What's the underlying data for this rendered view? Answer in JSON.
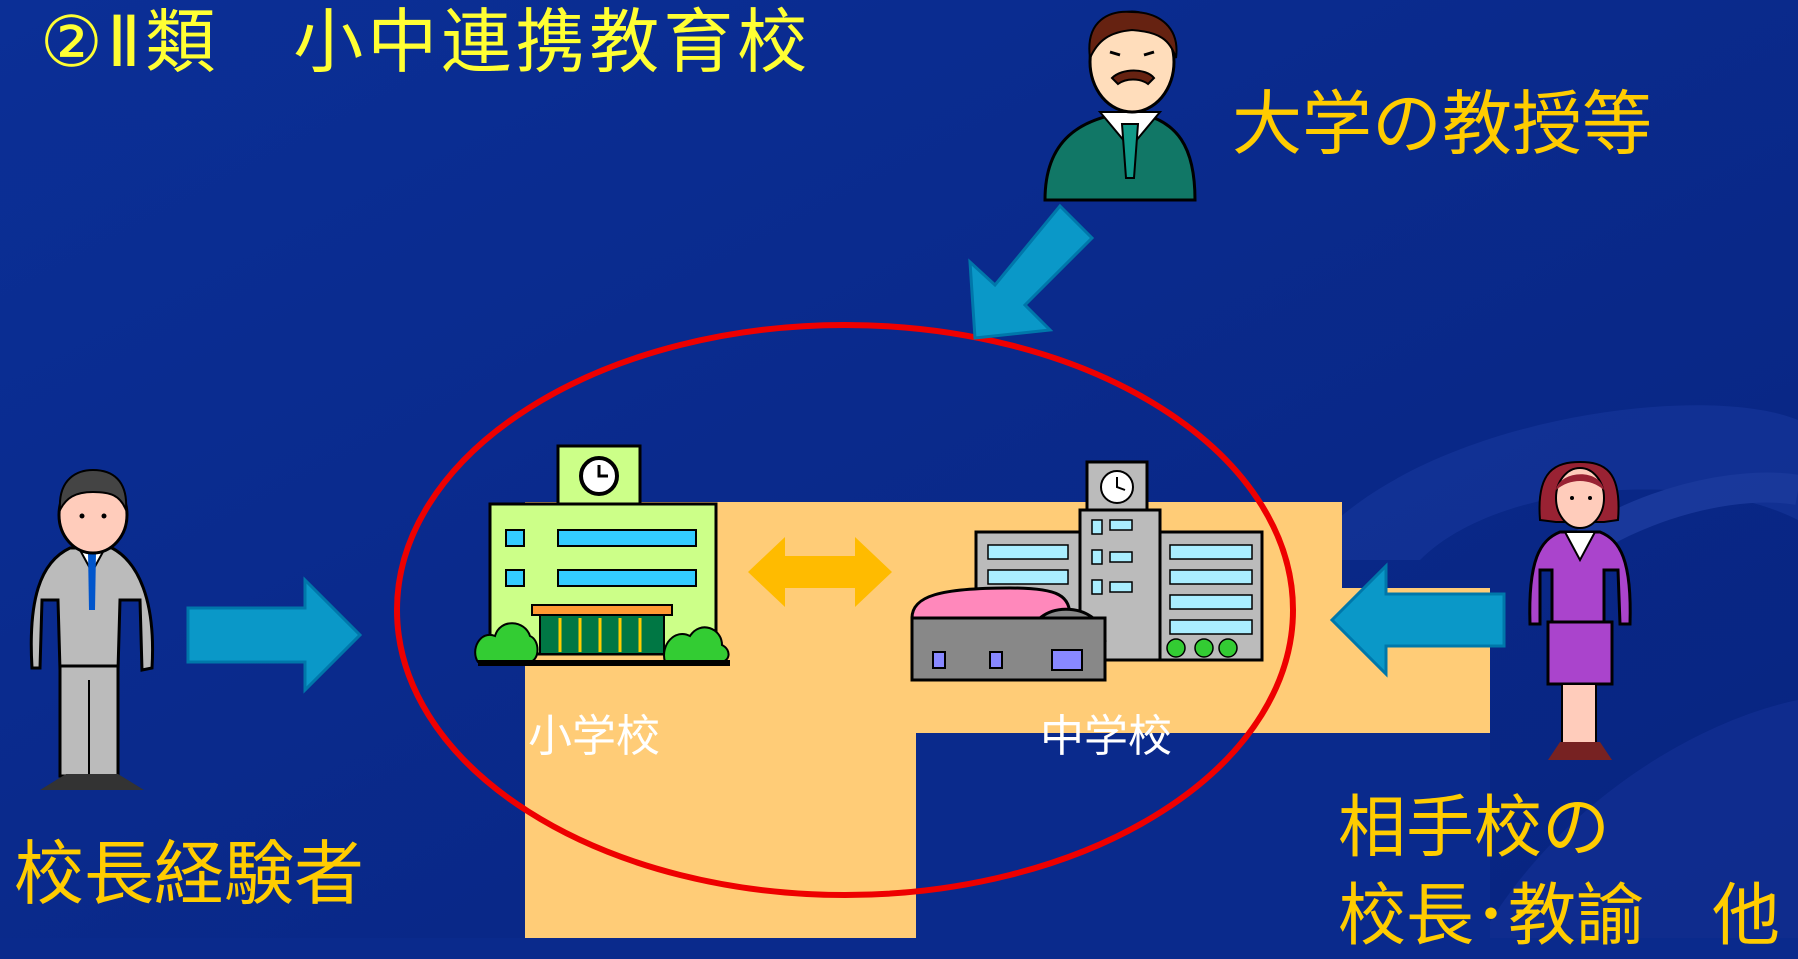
{
  "title": "②Ⅱ類　小中連携教育校",
  "labels": {
    "university": "大学の教授等",
    "former_principal": "校長経験者",
    "partner_line1": "相手校の",
    "partner_line2": "校長･教諭　他",
    "elementary": "小学校",
    "junior_high": "中学校"
  },
  "colors": {
    "background": "#0a2a8c",
    "title": "#ffff33",
    "label": "#ffcc00",
    "ellipse": "#ff0000",
    "arrow": "#0099cc",
    "double_arrow": "#ffbb00",
    "platform": "#ffcc77"
  },
  "icons": [
    "professor-icon",
    "male-principal-icon",
    "female-teacher-icon",
    "elementary-school-icon",
    "junior-high-school-icon"
  ]
}
